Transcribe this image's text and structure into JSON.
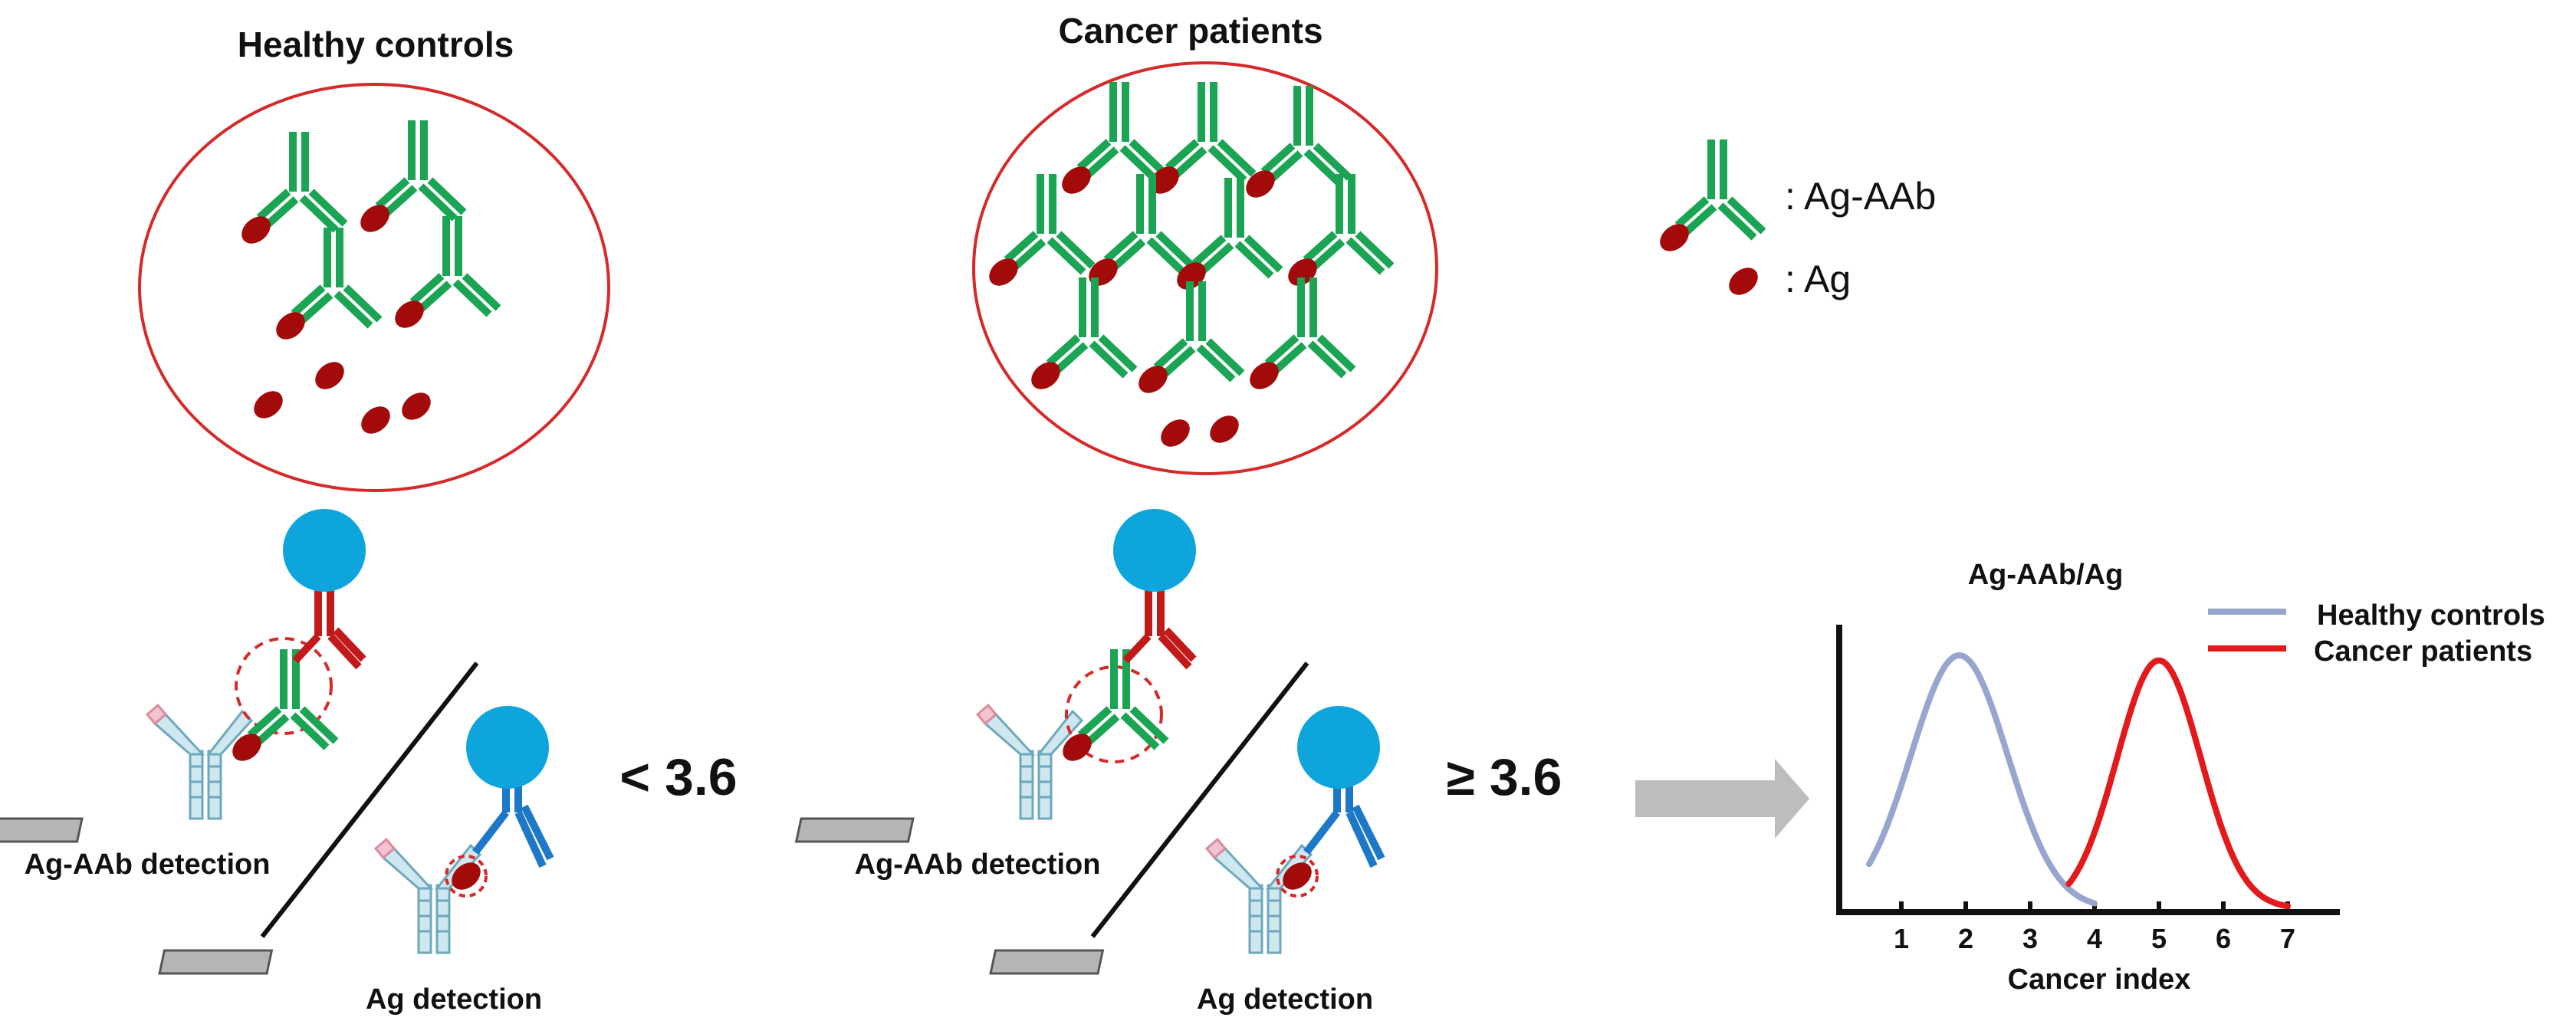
{
  "panels": {
    "healthy": {
      "title": "Healthy controls",
      "aab_detection": "Ag-AAb detection",
      "ag_detection": "Ag detection",
      "ratio": "< 3.6"
    },
    "cancer": {
      "title": "Cancer patients",
      "aab_detection": "Ag-AAb detection",
      "ag_detection": "Ag detection",
      "ratio": "≥ 3.6"
    }
  },
  "legend": {
    "complex": ": Ag-AAb",
    "antigen": ": Ag"
  },
  "chart_data": {
    "type": "line",
    "title": "Ag-AAb/Ag",
    "xlabel": "Cancer index",
    "ylabel": "",
    "x_ticks": [
      "1",
      "2",
      "3",
      "4",
      "5",
      "6",
      "7"
    ],
    "xlim": [
      0,
      8
    ],
    "legend_position": "top-right",
    "series": [
      {
        "name": "Healthy controls",
        "color": "#98a5cf",
        "center": 1.9,
        "sd": 0.75,
        "x_range": [
          0.5,
          4.0
        ],
        "peak": 1.0
      },
      {
        "name": "Cancer patients",
        "color": "#e31a1c",
        "center": 5.0,
        "sd": 0.65,
        "x_range": [
          3.6,
          7.0
        ],
        "peak": 0.98
      }
    ]
  },
  "colors": {
    "antibody": "#1aa454",
    "antigen": "#a30b0b",
    "circle": "#d42a2a",
    "bead": "#0ea5dc",
    "capture_ab": "#8ec3d4",
    "capture_tip": "#e8a4b5",
    "detect_ab_red": "#c11a1a",
    "detect_ab_blue": "#1e78c8",
    "plate": "#b5b5b5",
    "arrow": "#bdbdbd"
  }
}
